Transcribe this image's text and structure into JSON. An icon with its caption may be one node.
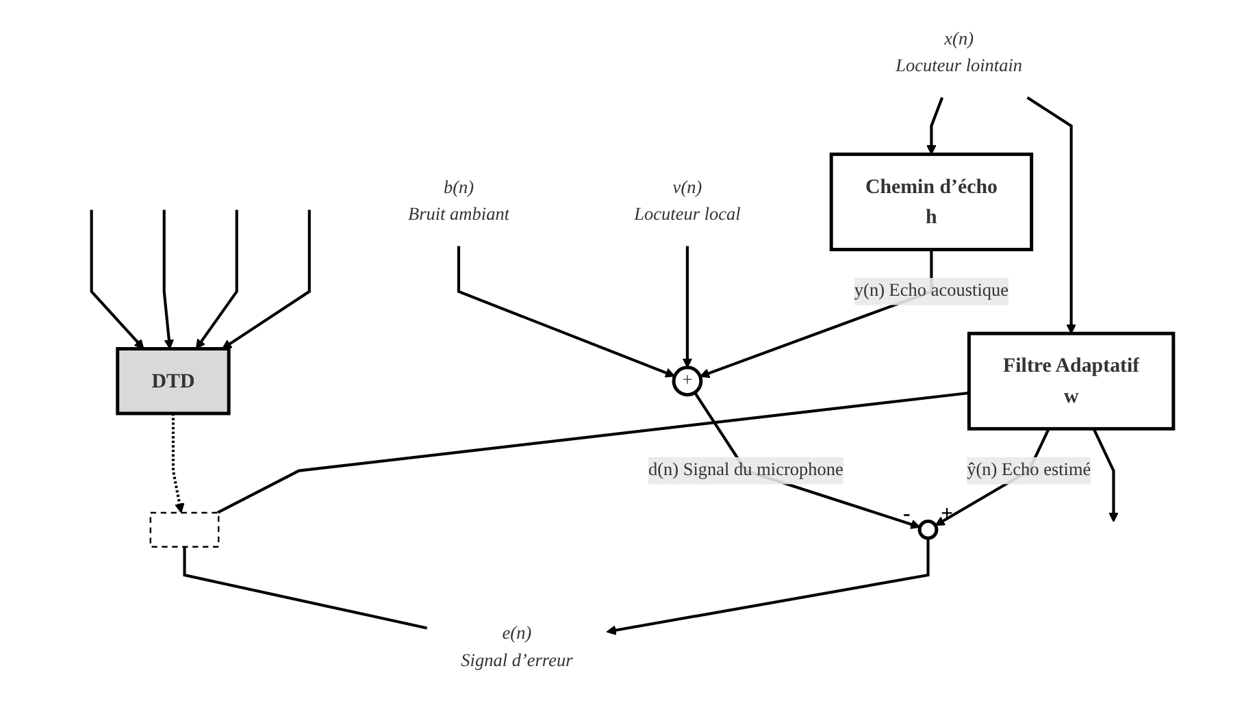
{
  "diagram": {
    "nodes": [
      {
        "text": [
          "x(n)",
          "Locuteur lointain"
        ]
      },
      {
        "text": [
          "Filtre Adaptatif",
          "w"
        ]
      },
      {
        "text": [
          "Chemin d’écho",
          "h"
        ]
      },
      {
        "text": [
          "DTD"
        ]
      },
      {
        "text": [],
        "shape": "circle",
        "beside": [
          "-",
          "+"
        ]
      },
      {
        "text": [
          "+"
        ]
      },
      {
        "text": [],
        "shape": "box"
      },
      {
        "text": [
          "e(n)",
          "Signal d’erreur"
        ]
      },
      {
        "text": [
          "v(n)",
          "Locuteur local"
        ]
      },
      {
        "text": [
          "b(n)",
          "Bruit ambiant"
        ]
      }
    ],
    "edges": [
      {
        "from": 0,
        "to": 1,
        "arrow": "to"
      },
      {
        "from": 0,
        "to": 2,
        "arrow": "to"
      },
      {
        "from": 1,
        "to": null,
        "arrow": "to"
      },
      {
        "from": null,
        "to": 3,
        "arrow": "to"
      },
      {
        "from": null,
        "to": 3,
        "arrow": "to"
      },
      {
        "from": null,
        "to": 3,
        "arrow": "to"
      },
      {
        "from": null,
        "to": 3,
        "arrow": "to"
      },
      {
        "from": 1,
        "to": 6,
        "arrow": "none"
      },
      {
        "from": 3,
        "to": 6,
        "arrow": "to",
        "style": "dashed"
      },
      {
        "from": 1,
        "to": 4,
        "arrow": "to",
        "label": "ŷ(n) Echo estimé"
      },
      {
        "from": 2,
        "to": 5,
        "arrow": "to",
        "label": "y(n) Echo acoustique"
      },
      {
        "from": 8,
        "to": 5,
        "arrow": "to"
      },
      {
        "from": 9,
        "to": 5,
        "arrow": "to"
      },
      {
        "from": 5,
        "to": 4,
        "arrow": "to",
        "label": "d(n) Signal du microphone"
      },
      {
        "from": 4,
        "to": 7,
        "arrow": "to"
      },
      {
        "from": 6,
        "to": 7,
        "arrow": "none"
      }
    ]
  }
}
